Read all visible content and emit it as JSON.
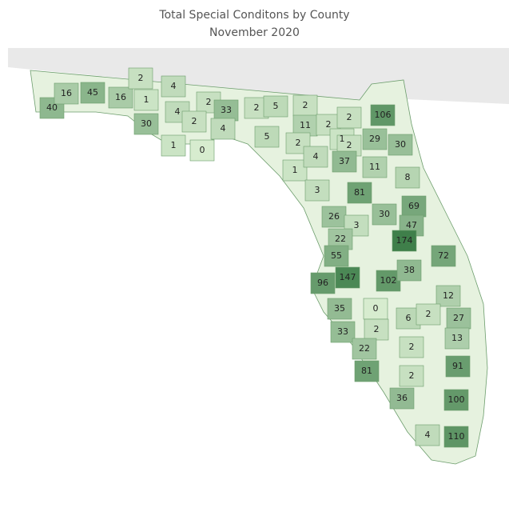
{
  "header": {
    "title": "Total Special Conditons  by County",
    "subtitle": "November 2020"
  },
  "colors": {
    "background_land": "#e9e9e9",
    "water": "#ffffff",
    "scale_low": "#d7eccf",
    "scale_high": "#3f7f4a"
  },
  "map_data": {
    "type": "choropleth",
    "region": "Florida counties",
    "values": [
      40,
      16,
      45,
      16,
      2,
      1,
      30,
      4,
      4,
      2,
      2,
      33,
      4,
      1,
      0,
      2,
      5,
      2,
      11,
      2,
      2,
      106,
      5,
      2,
      1,
      2,
      29,
      30,
      37,
      11,
      8,
      1,
      4,
      3,
      81,
      69,
      30,
      26,
      3,
      47,
      22,
      174,
      55,
      72,
      96,
      147,
      102,
      38,
      12,
      35,
      0,
      6,
      2,
      27,
      33,
      2,
      13,
      22,
      2,
      81,
      91,
      2,
      36,
      100,
      4,
      110
    ]
  }
}
